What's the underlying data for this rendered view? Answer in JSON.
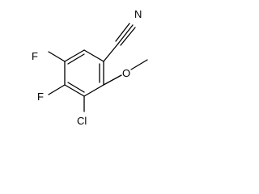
{
  "molecule": {
    "atoms": {
      "nitrogen": "N",
      "fluorine_upper": "F",
      "fluorine_lower": "F",
      "chlorine": "Cl",
      "oxygen": "O"
    },
    "colors": {
      "bond": "#000000",
      "label": "#000000",
      "background": "#ffffff"
    }
  }
}
